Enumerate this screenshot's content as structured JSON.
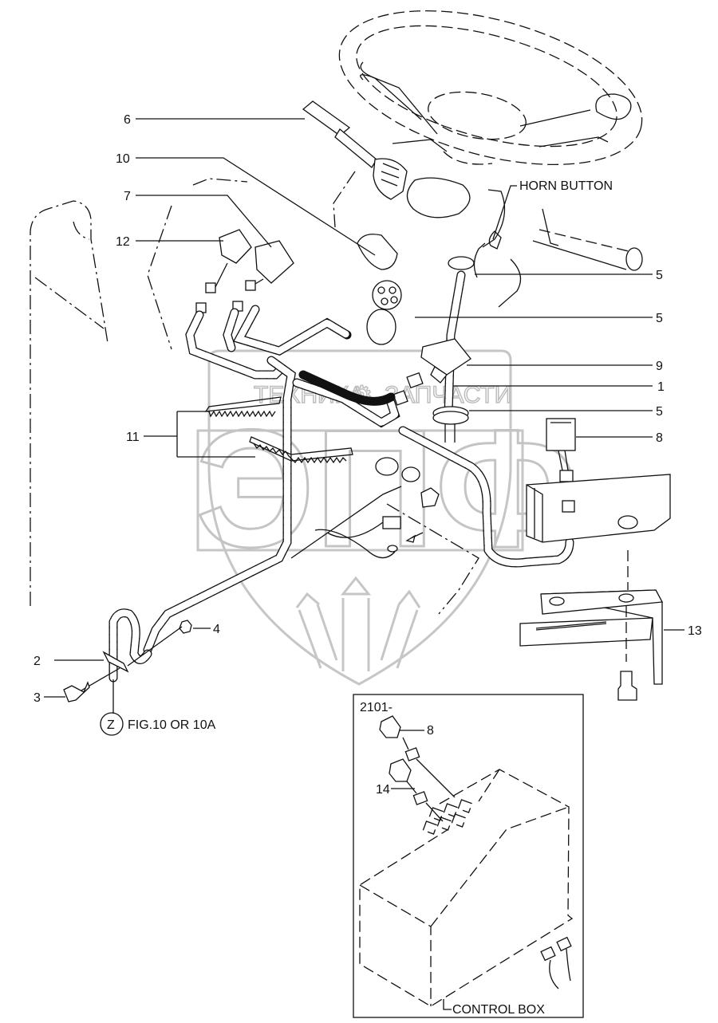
{
  "diagram": {
    "title": "Steering column wiring harness exploded view",
    "watermark": {
      "logo_text": "ЭПФ",
      "caption_left": "ТЕХНИКА",
      "caption_right": "ЗАПЧАСТИ",
      "gear_symbol": "⚙"
    },
    "callouts": [
      {
        "id": "6",
        "label": "6"
      },
      {
        "id": "10",
        "label": "10"
      },
      {
        "id": "7",
        "label": "7"
      },
      {
        "id": "12",
        "label": "12"
      },
      {
        "id": "horn",
        "label": "HORN BUTTON"
      },
      {
        "id": "5a",
        "label": "5"
      },
      {
        "id": "5b",
        "label": "5"
      },
      {
        "id": "9",
        "label": "9"
      },
      {
        "id": "1",
        "label": "1"
      },
      {
        "id": "5c",
        "label": "5"
      },
      {
        "id": "8",
        "label": "8"
      },
      {
        "id": "11",
        "label": "11"
      },
      {
        "id": "4",
        "label": "4"
      },
      {
        "id": "2",
        "label": "2"
      },
      {
        "id": "3",
        "label": "3"
      },
      {
        "id": "13",
        "label": "13"
      }
    ],
    "reference": {
      "marker": "Z",
      "text": "FIG.10 OR 10A"
    },
    "inset": {
      "serial_label": "2101-",
      "callouts": [
        {
          "id": "inset-8",
          "label": "8"
        },
        {
          "id": "inset-14",
          "label": "14"
        }
      ],
      "box_label": "CONTROL BOX"
    }
  }
}
